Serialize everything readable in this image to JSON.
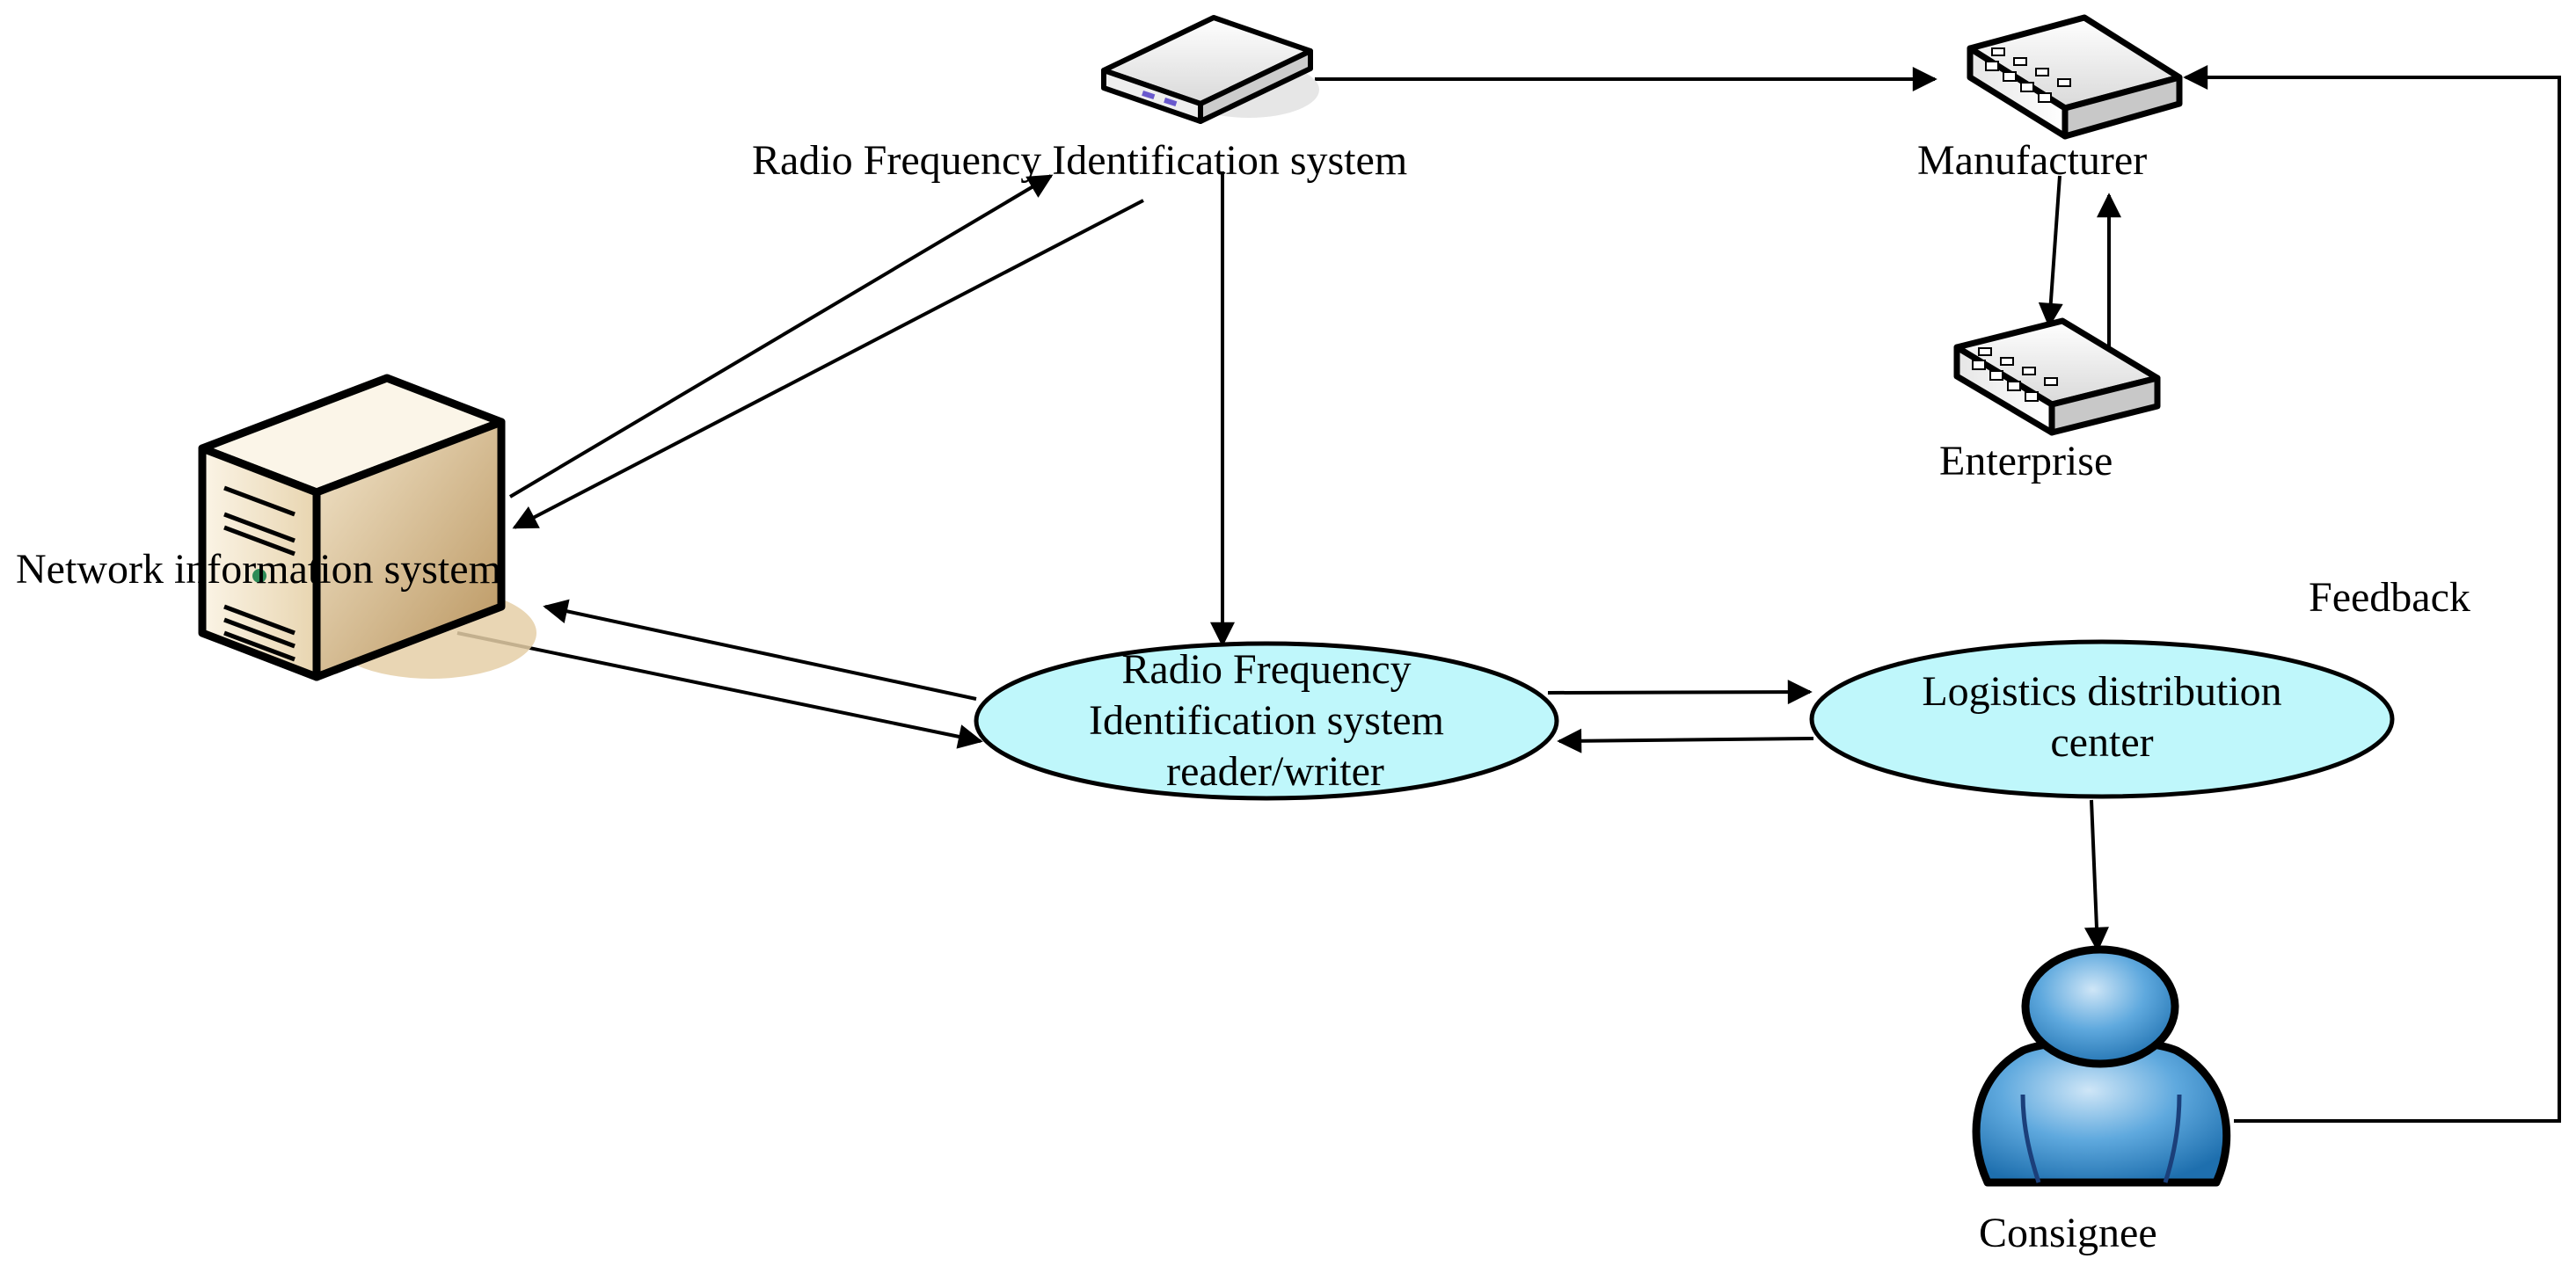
{
  "nodes": {
    "rfid_system": {
      "label": "Radio Frequency Identification system",
      "icon": "network-device-icon"
    },
    "manufacturer": {
      "label": "Manufacturer",
      "icon": "network-switch-icon"
    },
    "enterprise": {
      "label": "Enterprise",
      "icon": "network-switch-icon"
    },
    "network_info": {
      "label": "Network information system",
      "icon": "server-tower-icon"
    },
    "rfid_reader": {
      "lines": [
        "Radio Frequency",
        "Identification system",
        "reader/writer"
      ]
    },
    "logistics": {
      "lines": [
        "Logistics distribution",
        "center"
      ]
    },
    "consignee": {
      "label": "Consignee",
      "icon": "user-icon"
    }
  },
  "edges": {
    "feedback_label": "Feedback"
  },
  "colors": {
    "ellipse_fill": "#bff7fb",
    "server_body": "#e4cfa9",
    "user_fill": "#3b8fd1",
    "stroke": "#000000"
  }
}
